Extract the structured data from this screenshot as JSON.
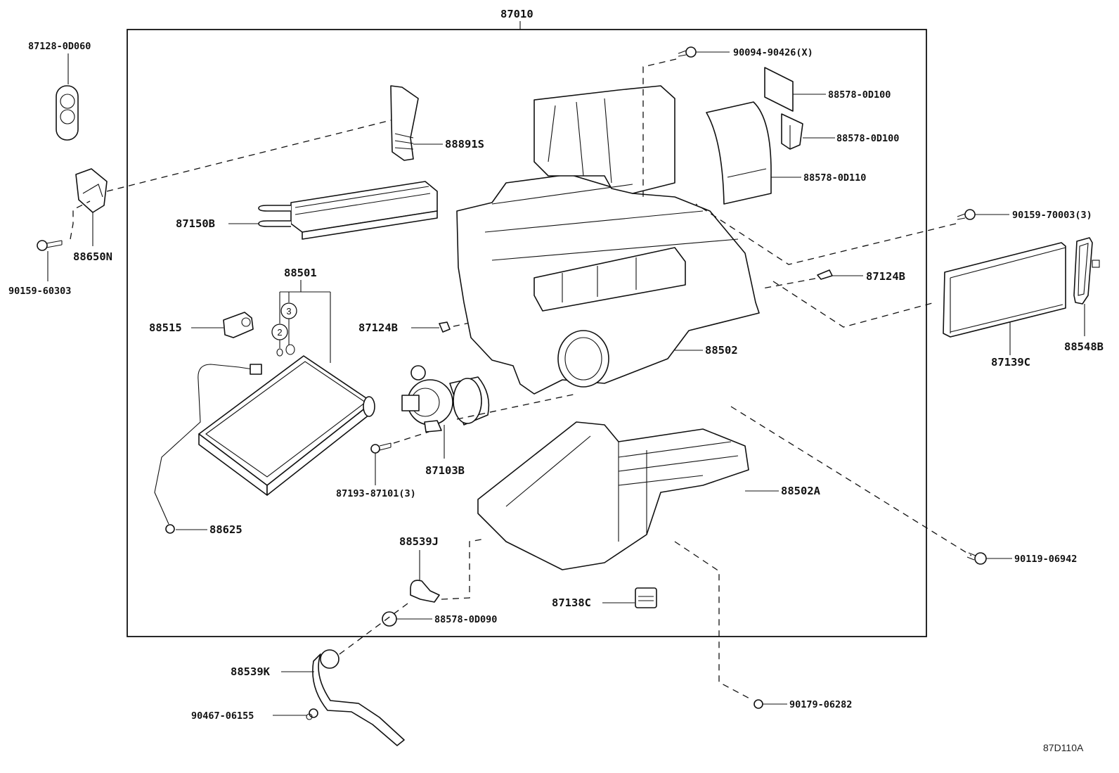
{
  "diagram": {
    "assembly_label": "87010",
    "reference_code": "87D110A",
    "parts": {
      "p87128": "87128-0D060",
      "p88650N": "88650N",
      "p90159_60303": "90159-60303",
      "p88891S": "88891S",
      "p87150B": "87150B",
      "p88501": "88501",
      "p88515": "88515",
      "p88625": "88625",
      "p87124B_left": "87124B",
      "p87103B": "87103B",
      "p87193": "87193-87101(3)",
      "p88539J": "88539J",
      "p88578_0D090": "88578-0D090",
      "p88539K": "88539K",
      "p90467": "90467-06155",
      "p87138C": "87138C",
      "p88502": "88502",
      "p88502A": "88502A",
      "p90094": "90094-90426(X)",
      "p88578_0D100_a": "88578-0D100",
      "p88578_0D100_b": "88578-0D100",
      "p88578_0D110": "88578-0D110",
      "p90159_70003": "90159-70003(3)",
      "p87124B_right": "87124B",
      "p87139C": "87139C",
      "p88548B": "88548B",
      "p90119": "90119-06942",
      "p90179": "90179-06282"
    },
    "callouts": {
      "c2": "2",
      "c3": "3"
    }
  }
}
